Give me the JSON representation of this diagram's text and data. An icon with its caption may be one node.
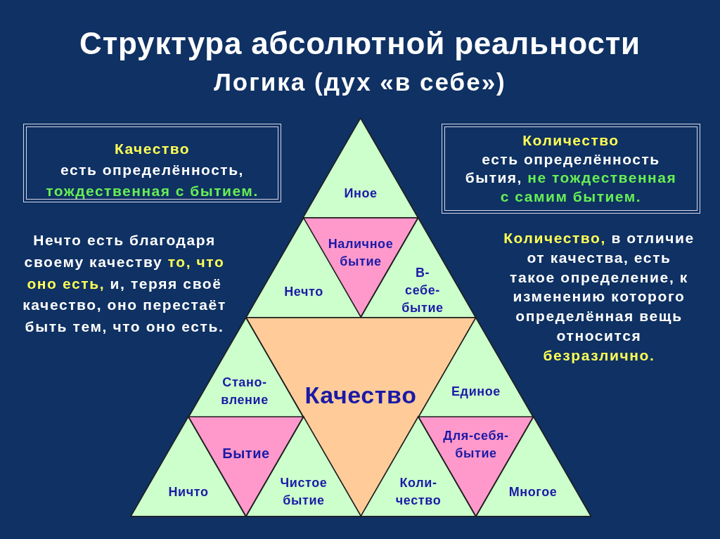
{
  "diagram": {
    "title": "Структура абсолютной реальности",
    "nodes": [
      {
        "text": [
          "Качество",
          "есть определённость, **тождественная с бытием.**"
        ]
      },
      {
        "text": [
          "Количество",
          "есть определённость бытия, **не тождественная с самим бытием.**"
        ]
      },
      {
        "text": [
          "Иное"
        ]
      },
      {
        "text": [
          "Наличное бытие"
        ]
      },
      {
        "text": [
          "Нечто"
        ]
      },
      {
        "text": [
          "В-себе-бытие"
        ]
      },
      {
        "text": [
          "Качество"
        ]
      },
      {
        "text": [
          "Стано-вление"
        ]
      },
      {
        "text": [
          "Единое"
        ]
      },
      {
        "text": [
          "Бытие"
        ]
      },
      {
        "text": [
          "Для-себя-бытие"
        ]
      },
      {
        "text": [
          "Ничто"
        ]
      },
      {
        "text": [
          "Чистое бытие"
        ]
      },
      {
        "text": [
          "Коли-чество"
        ]
      },
      {
        "text": [
          "Многое"
        ]
      }
    ],
    "labels": [
      "Логика (дух «в себе»)",
      "Нечто есть благодаря своему качеству **то, что оно есть,** и, теряя своё качество, оно перестаёт быть тем, что оно есть.",
      "**Количество,** в отличие от качества, есть такое определение, к изменению которого определённая вещь относится **безразлично.**"
    ]
  }
}
